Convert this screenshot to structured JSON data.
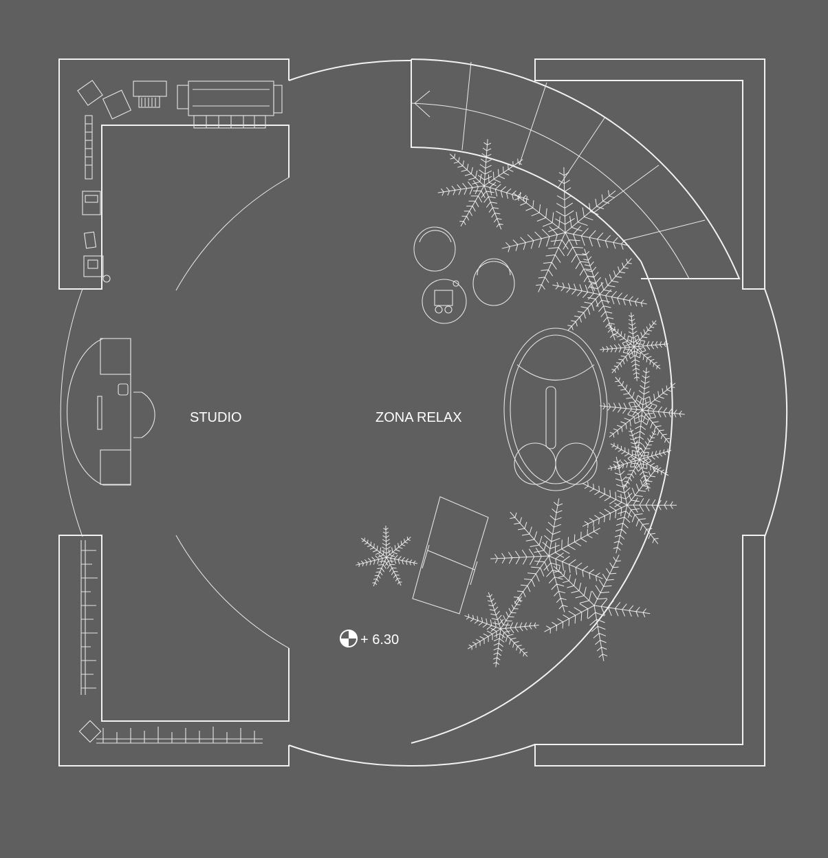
{
  "labels": {
    "studio": "STUDIO",
    "relax": "ZONA RELAX",
    "elevation": "+ 6.30"
  },
  "colors": {
    "background": "#5f5f5f",
    "line": "#f2f2f2"
  },
  "icons": [
    "elevation-marker-icon"
  ]
}
